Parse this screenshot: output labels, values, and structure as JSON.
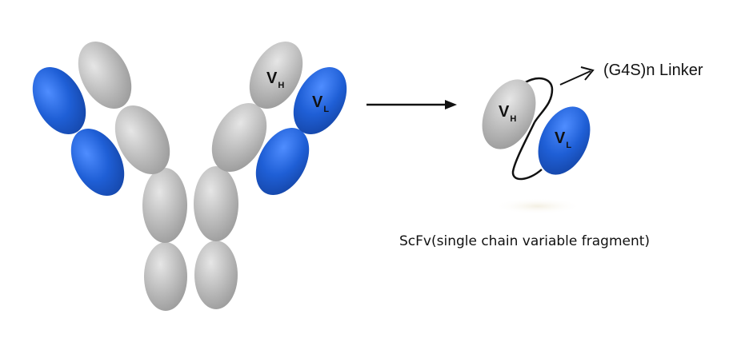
{
  "colors": {
    "heavy_chain": "#b3b3b3",
    "light_chain": "#1f5fd6",
    "text": "#111111",
    "arrow": "#111111"
  },
  "antibody": {
    "vh_label": "V",
    "vh_sub": "H",
    "vl_label": "V",
    "vl_sub": "L"
  },
  "scfv": {
    "vh_label": "V",
    "vh_sub": "H",
    "vl_label": "V",
    "vl_sub": "L",
    "linker_label": "(G4S)n Linker",
    "caption": "ScFv(single chain variable fragment)"
  }
}
